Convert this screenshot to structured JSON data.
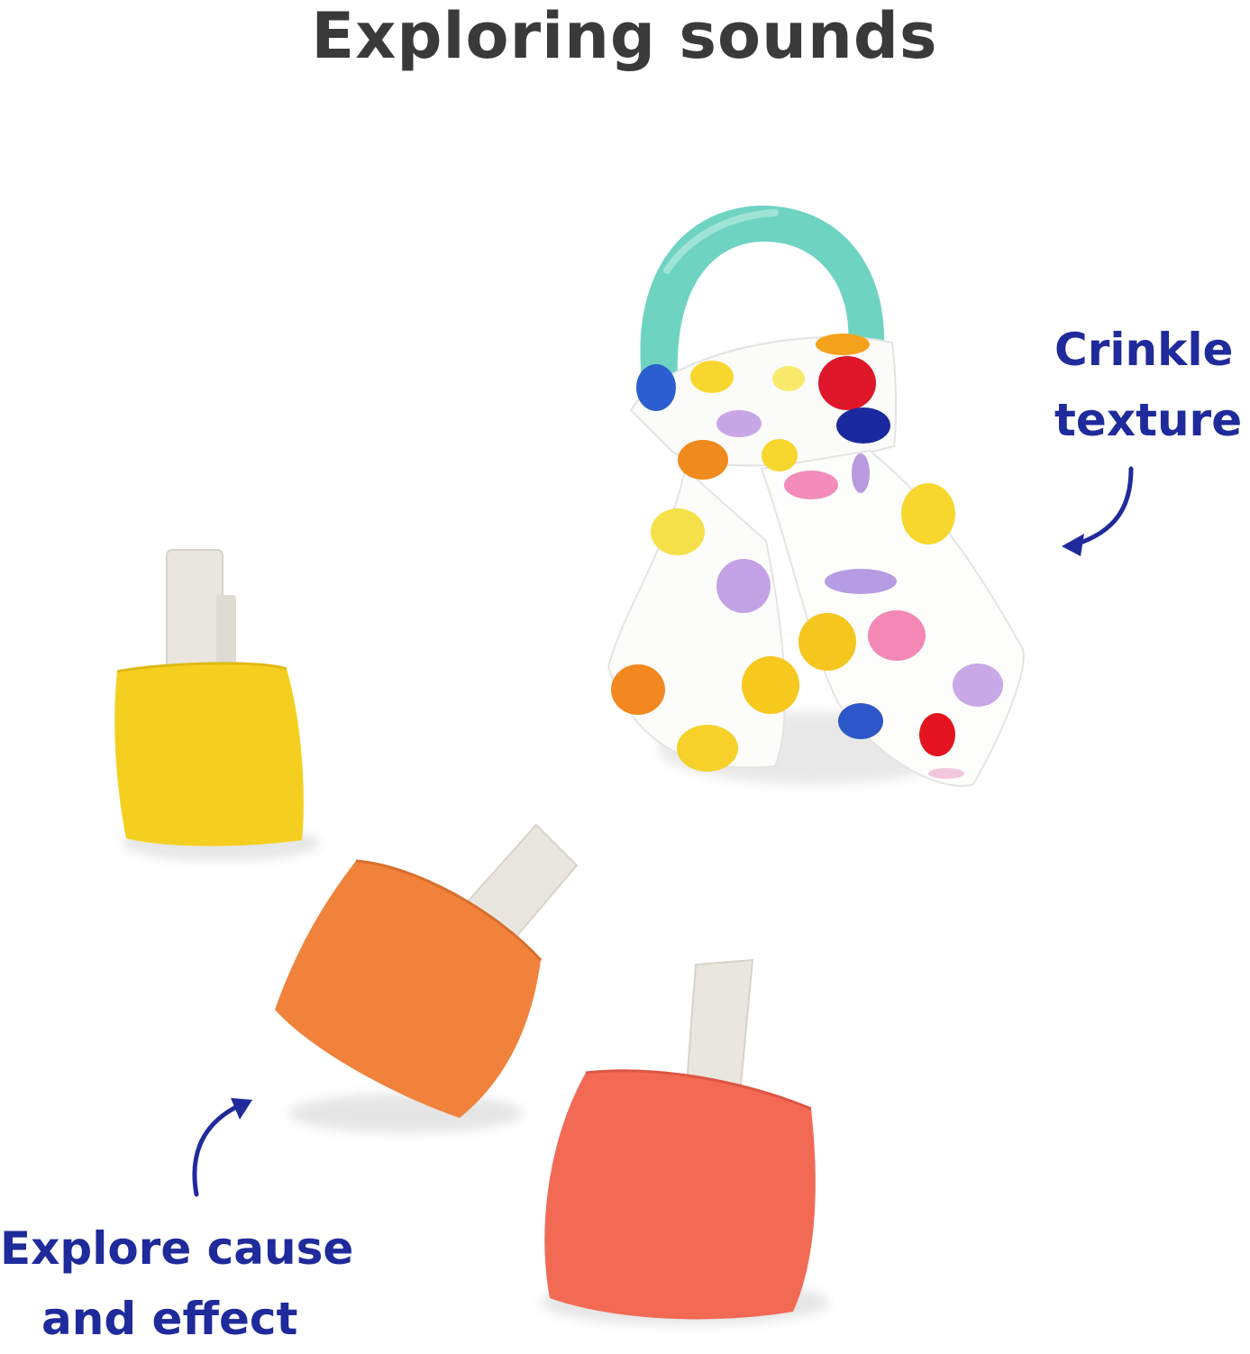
{
  "title": "Exploring sounds",
  "callouts": {
    "crinkle": {
      "line1": "Crinkle",
      "line2": "texture"
    },
    "cause": {
      "line1": "Explore cause",
      "line2": "and effect"
    }
  },
  "colors": {
    "title": "#3a3a3a",
    "callout": "#1f2a9b",
    "teether_ring": "#6fd3c2",
    "yellow_pad": "#f5cf1f",
    "orange_pad": "#f0823c",
    "coral_pad": "#f26a54",
    "tab": "#e9e6df"
  },
  "icons": [
    "curved-arrow-icon",
    "curved-arrow-icon"
  ]
}
